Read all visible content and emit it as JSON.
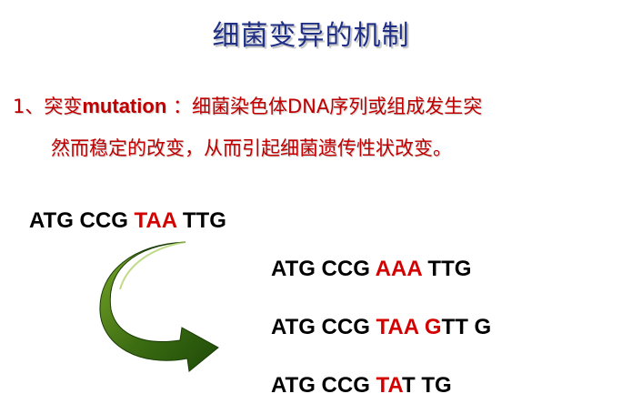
{
  "title": "细菌变异的机制",
  "definition": {
    "number": "1、",
    "term_cn": "突变",
    "term_en": "mutation",
    "colon": " ：",
    "text_line1": "细菌染色体DNA序列或组成发生突",
    "text_line2": "然而稳定的改变，从而引起细菌遗传性状改变。"
  },
  "sequences": {
    "original": {
      "p1": "ATG CCG ",
      "red": "TAA",
      "p2": " TTG"
    },
    "mutant_substitution": {
      "p1": "ATG CCG ",
      "red": "AAA",
      "p2": " TTG"
    },
    "mutant_insertion": {
      "p1": "ATG CCG ",
      "red": "TAA G",
      "p2": "TT G"
    },
    "mutant_deletion": {
      "p1": "ATG CCG ",
      "red": "TA",
      "p2": "T TG"
    }
  },
  "colors": {
    "title": "#1f2f86",
    "definition_text": "#c00000",
    "highlight": "#d40000",
    "arrow_light": "#5a8a1a",
    "arrow_dark": "#1e4a08"
  },
  "icons": {
    "arrow": "curved-arrow-icon"
  }
}
